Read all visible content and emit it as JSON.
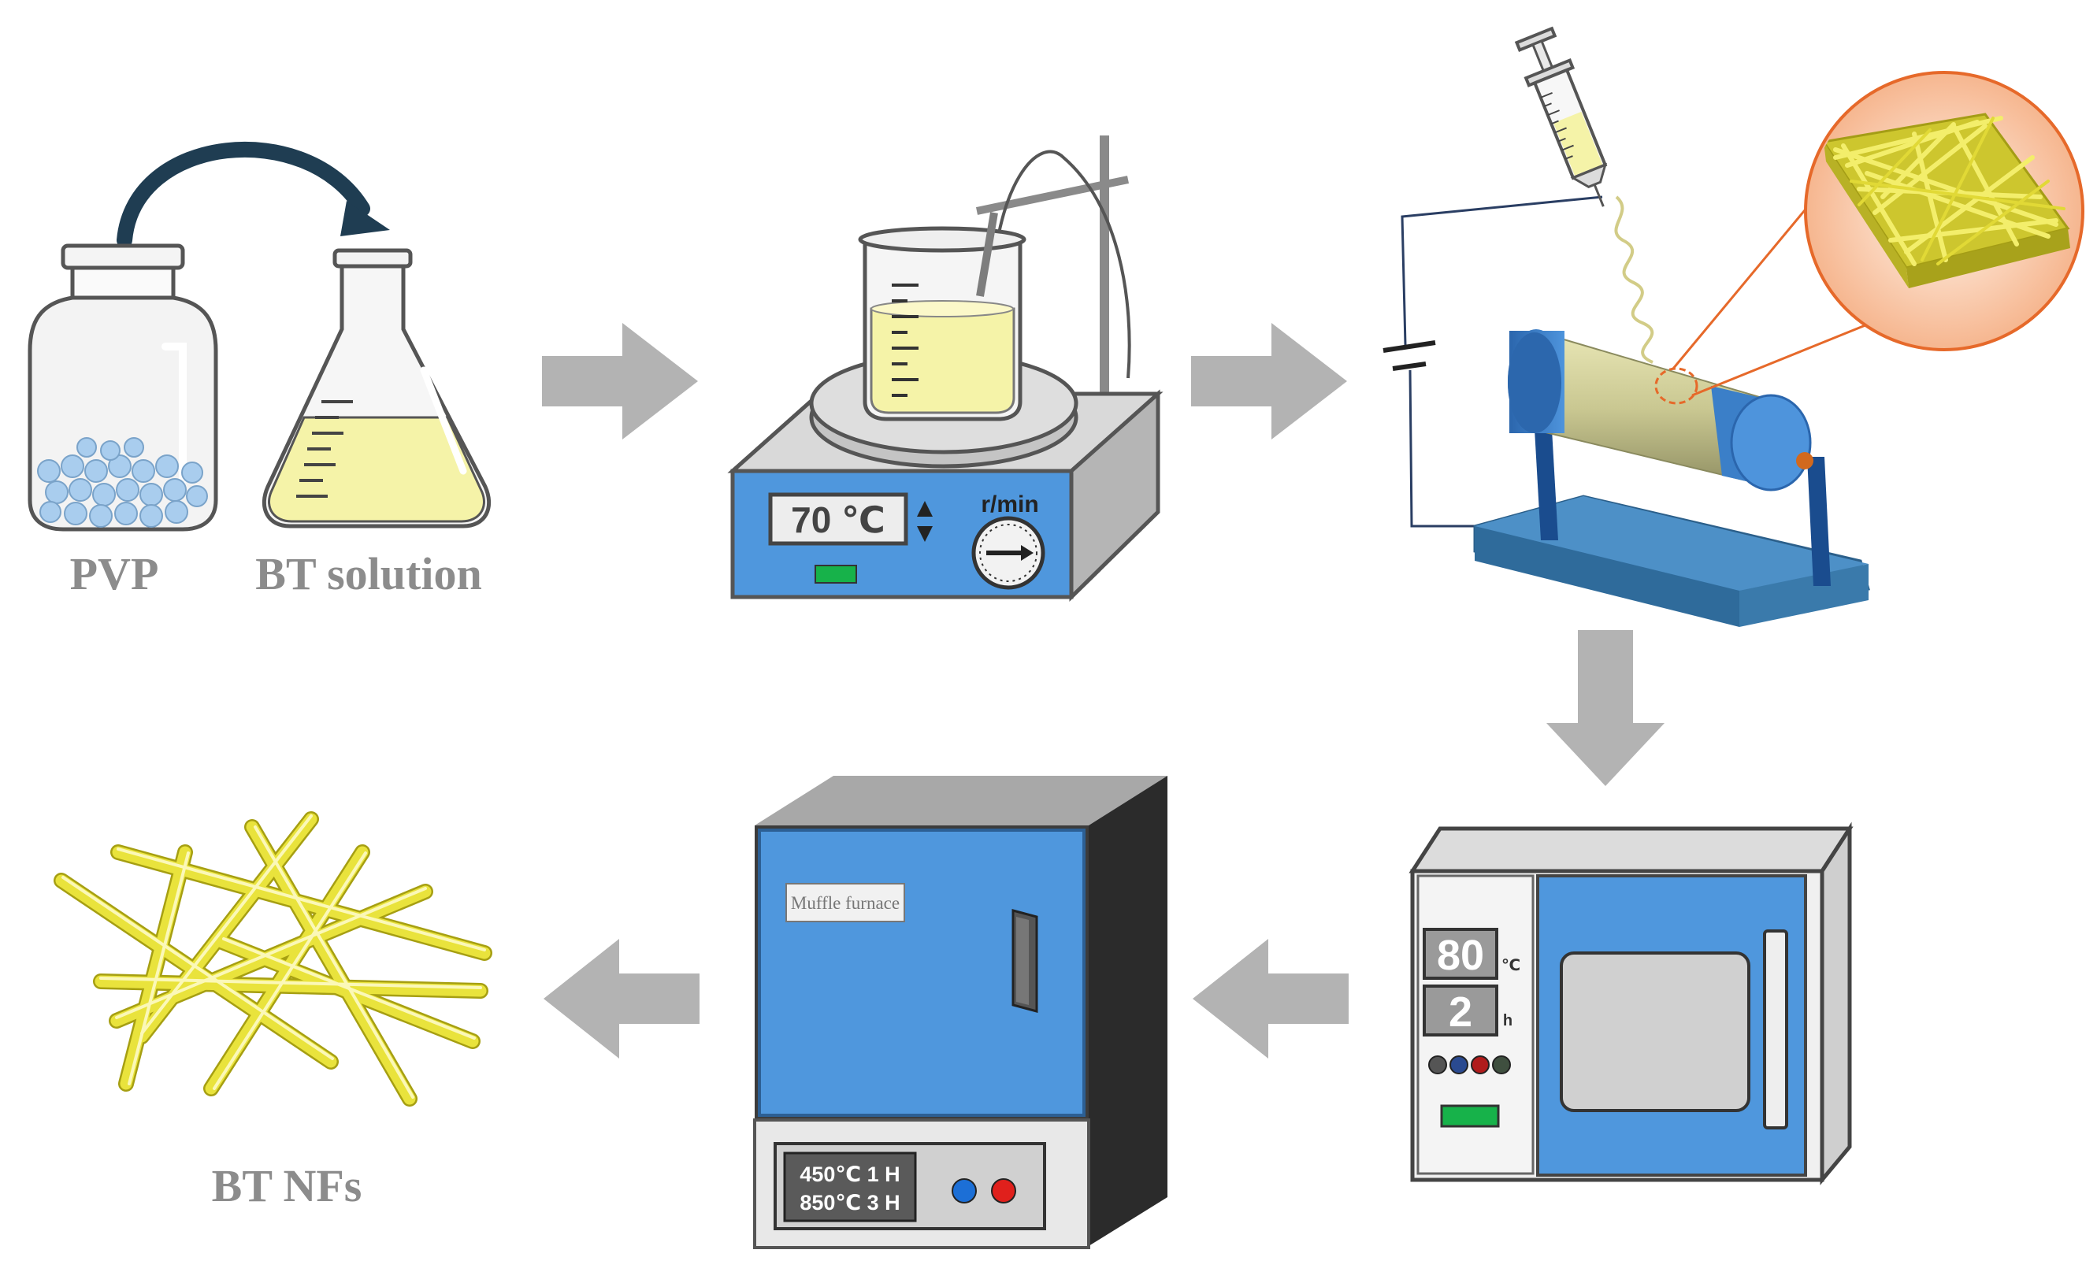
{
  "diagram": {
    "steps": [
      {
        "id": "mixing",
        "labels": {
          "left": "PVP",
          "right": "BT solution"
        }
      },
      {
        "id": "stirring",
        "display": "70 ℃",
        "speed_unit": "r/min"
      },
      {
        "id": "electrospinning"
      },
      {
        "id": "drying",
        "temperature": "80",
        "temperature_unit": "℃",
        "time": "2",
        "time_unit": "h"
      },
      {
        "id": "calcination",
        "sign": "Muffle furnace",
        "program_line_1": "450℃  1 H",
        "program_line_2": "850℃  3 H"
      },
      {
        "id": "product",
        "label": "BT NFs"
      }
    ],
    "colors": {
      "arrow": "#b3b3b3",
      "solution": "#f5f3a8",
      "device_blue": "#4f97dd",
      "nanofiber": "#e9e33c",
      "indicator_green": "#17b24a",
      "knob_red": "#e0201c",
      "knob_blue": "#1c6fd6"
    }
  }
}
